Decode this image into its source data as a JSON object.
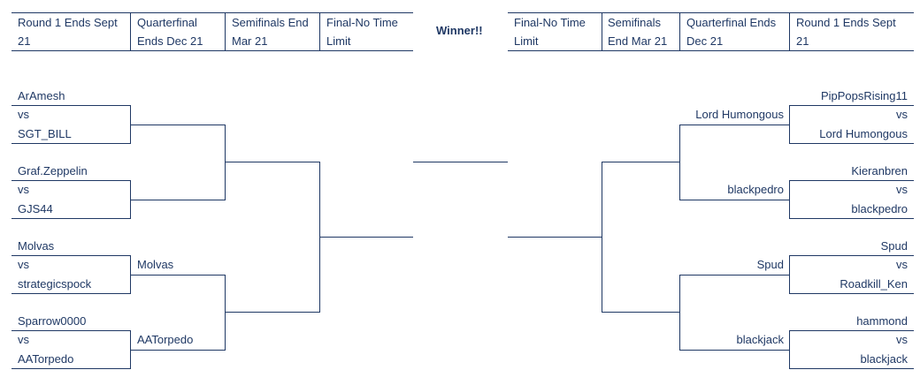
{
  "left_headers": [
    "Round 1 Ends Sept 21",
    "Quarterfinal Ends Dec 21",
    "Semifinals End Mar 21",
    "Final-No Time Limit"
  ],
  "winner_label": "Winner!!",
  "right_headers": [
    "Final-No Time Limit",
    "Semifinals End Mar 21",
    "Quarterfinal Ends Dec 21",
    "Round 1 Ends Sept 21"
  ],
  "vs_label": "vs",
  "left_matches": [
    {
      "p1": "ArAmesh",
      "p2": "SGT_BILL"
    },
    {
      "p1": "Graf.Zeppelin",
      "p2": "GJS44"
    },
    {
      "p1": "Molvas",
      "p2": "strategicspock"
    },
    {
      "p1": "Sparrow0000",
      "p2": "AATorpedo"
    }
  ],
  "left_qf_winners": [
    "",
    "",
    "Molvas",
    "AATorpedo"
  ],
  "right_matches": [
    {
      "p1": "PipPopsRising11",
      "p2": "Lord Humongous"
    },
    {
      "p1": "Kieranbren",
      "p2": "blackpedro"
    },
    {
      "p1": "Spud",
      "p2": "Roadkill_Ken"
    },
    {
      "p1": "hammond",
      "p2": "blackjack"
    }
  ],
  "right_qf_winners": [
    "Lord Humongous",
    "blackpedro",
    "Spud",
    "blackjack"
  ]
}
